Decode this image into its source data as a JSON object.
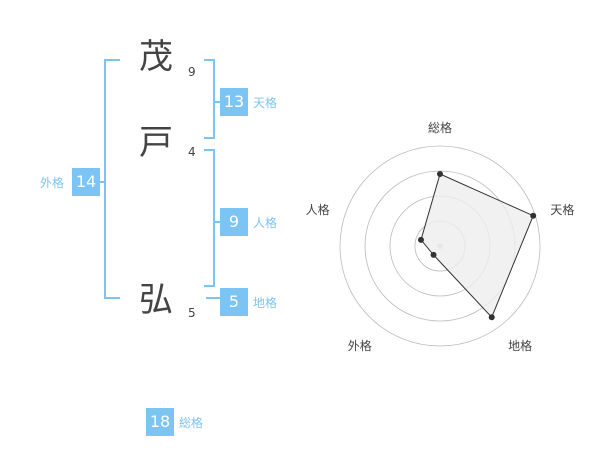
{
  "name": {
    "chars": [
      {
        "char": "茂",
        "strokes": "9"
      },
      {
        "char": "戸",
        "strokes": "4"
      },
      {
        "char": "弘",
        "strokes": "5"
      }
    ]
  },
  "fortune": {
    "tenkaku": {
      "value": "13",
      "label": "天格"
    },
    "jinkaku": {
      "value": "9",
      "label": "人格"
    },
    "chikaku": {
      "value": "5",
      "label": "地格"
    },
    "gaikaku": {
      "value": "14",
      "label": "外格"
    },
    "soukaku": {
      "value": "18",
      "label": "総格"
    }
  },
  "chart_data": {
    "type": "radar",
    "axes": [
      "総格",
      "天格",
      "地格",
      "外格",
      "人格"
    ],
    "values": [
      0.72,
      0.98,
      0.88,
      0.11,
      0.2
    ],
    "rings": 4,
    "colors": {
      "fill": "#eeeeee",
      "stroke": "#333333",
      "grid": "#bbbbbb",
      "accent": "#7cc4f4"
    }
  }
}
